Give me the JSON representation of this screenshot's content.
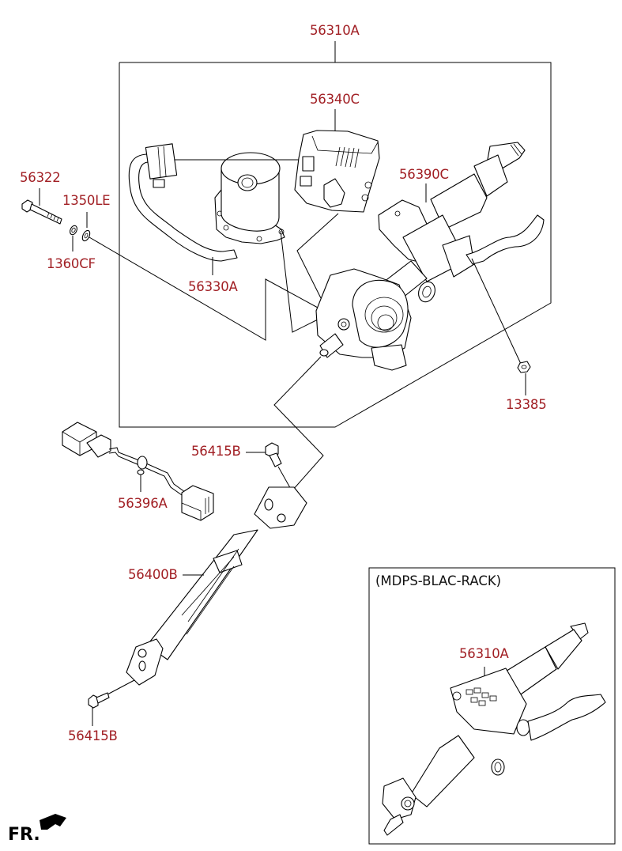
{
  "diagram": {
    "title": "Steering column & shaft — exploded parts diagram",
    "label_color": "#a11f24",
    "line_color": "#000000",
    "parts": [
      {
        "id": "p-56310A",
        "code": "56310A",
        "description": "Column assembly (group callout)"
      },
      {
        "id": "p-56340C",
        "code": "56340C",
        "description": "Control module"
      },
      {
        "id": "p-56330A",
        "code": "56330A",
        "description": "Motor with harness"
      },
      {
        "id": "p-56390C",
        "code": "56390C",
        "description": "Column tube / bracket"
      },
      {
        "id": "p-56322",
        "code": "56322",
        "description": "Bolt"
      },
      {
        "id": "p-1350LE",
        "code": "1350LE",
        "description": "Washer"
      },
      {
        "id": "p-1360CF",
        "code": "1360CF",
        "description": "Washer"
      },
      {
        "id": "p-13385",
        "code": "13385",
        "description": "Nut"
      },
      {
        "id": "p-56415B-top",
        "code": "56415B",
        "description": "Joint bolt (upper)"
      },
      {
        "id": "p-56396A",
        "code": "56396A",
        "description": "Wiring harness connector"
      },
      {
        "id": "p-56400B",
        "code": "56400B",
        "description": "Intermediate shaft"
      },
      {
        "id": "p-56415B-bottom",
        "code": "56415B",
        "description": "Joint bolt (lower)"
      }
    ],
    "inset": {
      "title": "(MDPS-BLAC-RACK)",
      "parts": [
        {
          "id": "inset-56310A",
          "code": "56310A"
        }
      ]
    },
    "orientation": {
      "label": "FR.",
      "icon": "front-direction-arrow-icon"
    }
  }
}
